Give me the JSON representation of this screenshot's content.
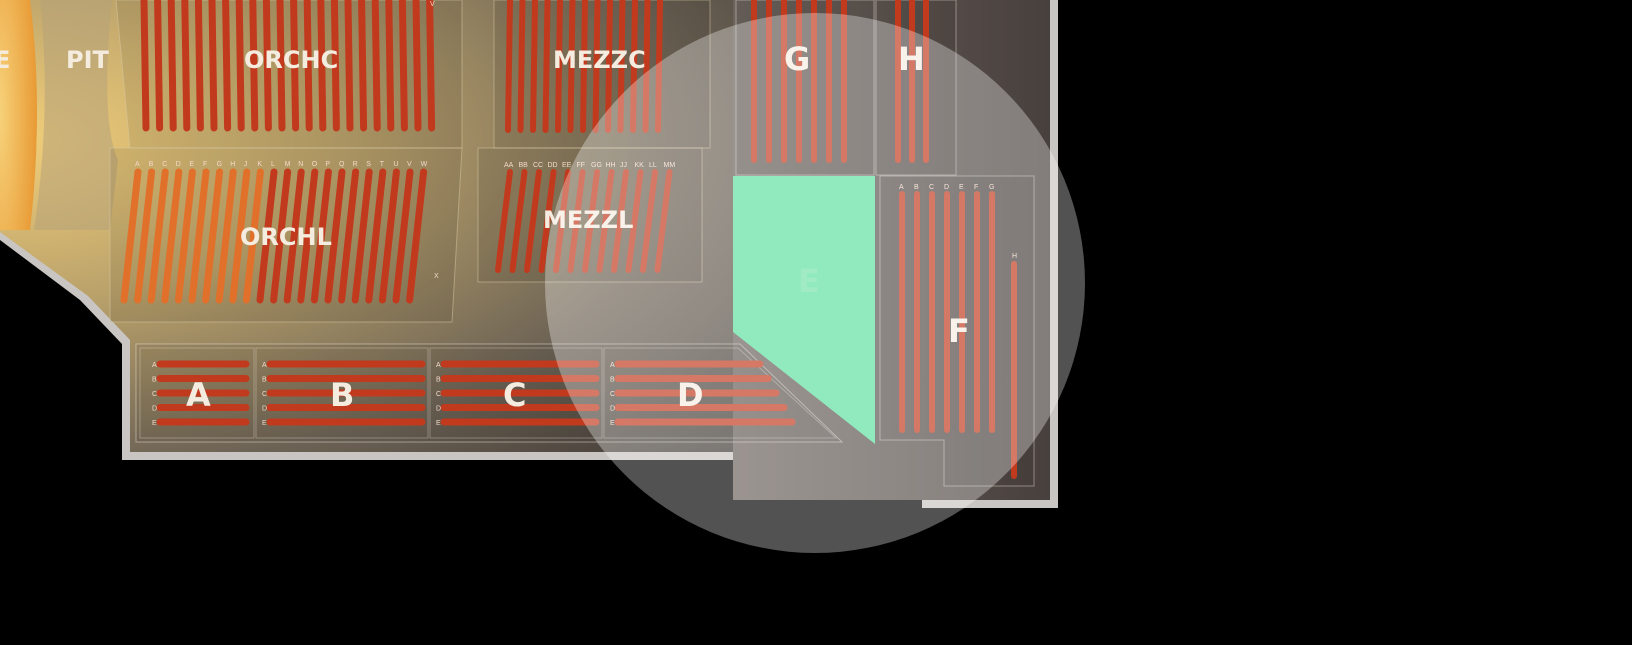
{
  "map": {
    "stage_label": "E",
    "sections": {
      "pit": "PIT",
      "orch_center": "ORCHC",
      "orch_left": "ORCHL",
      "mezz_center": "MEZZC",
      "mezz_left": "MEZZL",
      "box_a": "A",
      "box_b": "B",
      "box_c": "C",
      "box_d": "D",
      "side_e": "E",
      "side_f": "F",
      "side_g": "G",
      "side_h": "H"
    },
    "selected_section": "E",
    "colors": {
      "selected": "#5de0a0",
      "seat_row": "#c23a1e",
      "orchestra_row": "#e0702a",
      "background": "#000000"
    },
    "orchl_rows": [
      "A",
      "B",
      "C",
      "D",
      "E",
      "F",
      "G",
      "H",
      "J",
      "K",
      "L",
      "M",
      "N",
      "O",
      "P",
      "Q",
      "R",
      "S",
      "T",
      "U",
      "V",
      "W"
    ],
    "orchl_last_row": "X",
    "orchc_last_row": "V",
    "mezzl_rows": [
      "AA",
      "BB",
      "CC",
      "DD",
      "EE",
      "FF",
      "GG",
      "HH",
      "JJ",
      "KK",
      "LL",
      "MM"
    ],
    "box_rows": [
      "A",
      "B",
      "C",
      "D",
      "E"
    ],
    "f_rows": [
      "A",
      "B",
      "C",
      "D",
      "E",
      "F",
      "G"
    ],
    "f_extra_row": "H"
  }
}
